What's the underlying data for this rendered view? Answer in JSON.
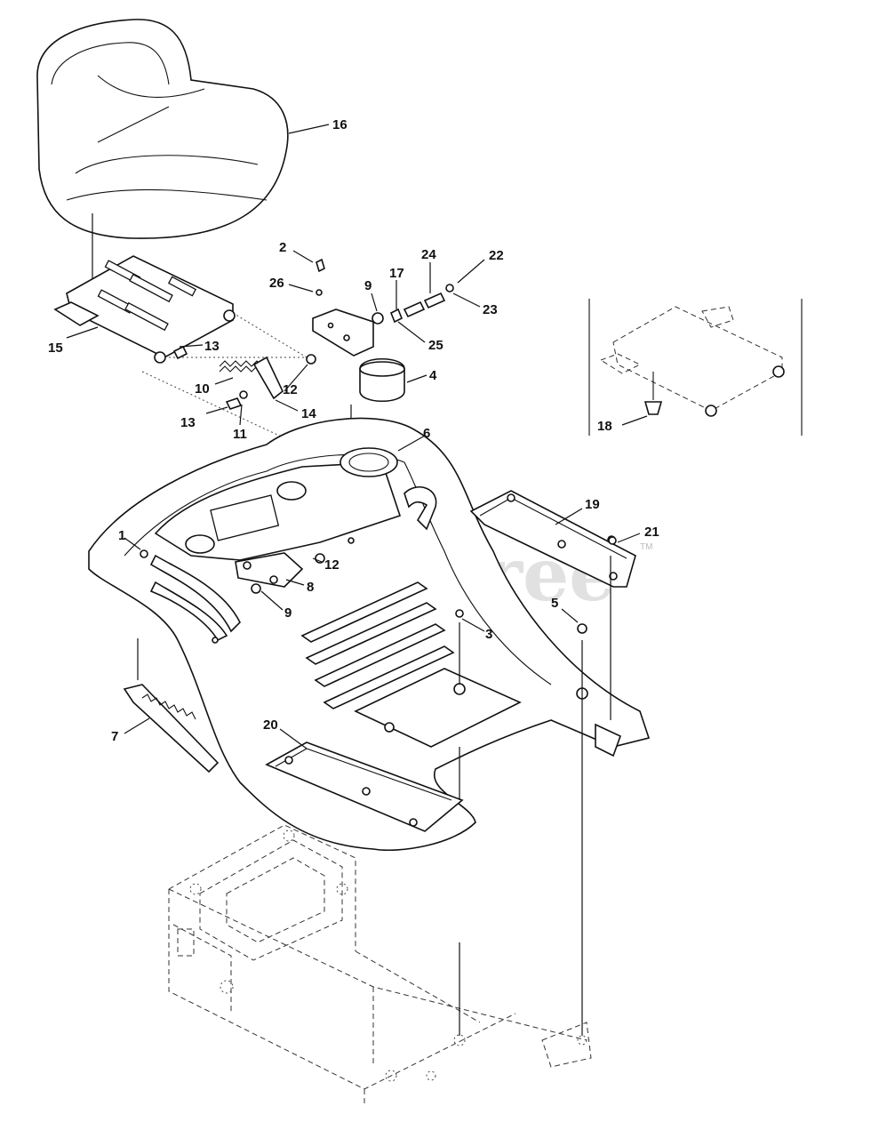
{
  "watermark": {
    "text": "PartsTree",
    "trademark": "TM"
  },
  "callouts": {
    "c1": "1",
    "c2": "2",
    "c3": "3",
    "c4": "4",
    "c5": "5",
    "c6": "6",
    "c7": "7",
    "c8": "8",
    "c9a": "9",
    "c9b": "9",
    "c10": "10",
    "c11": "11",
    "c12a": "12",
    "c12b": "12",
    "c13a": "13",
    "c13b": "13",
    "c14": "14",
    "c15": "15",
    "c16": "16",
    "c17": "17",
    "c18": "18",
    "c19": "19",
    "c20": "20",
    "c21": "21",
    "c22": "22",
    "c23": "23",
    "c24": "24",
    "c25": "25",
    "c26": "26"
  }
}
